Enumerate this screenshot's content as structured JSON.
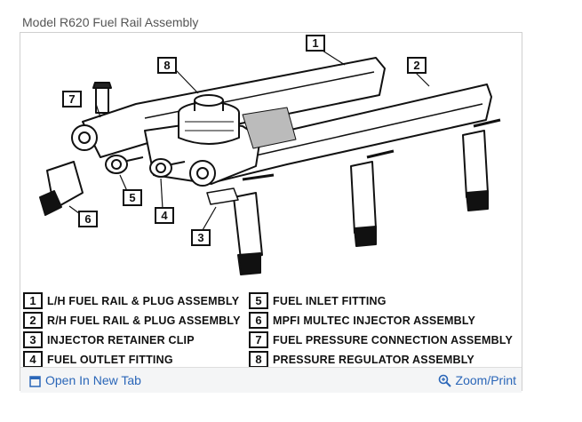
{
  "title": "Model R620 Fuel Rail Assembly",
  "callouts": [
    "1",
    "2",
    "3",
    "4",
    "5",
    "6",
    "7",
    "8"
  ],
  "legend": [
    {
      "num": "1",
      "label": "L/H FUEL RAIL & PLUG ASSEMBLY"
    },
    {
      "num": "2",
      "label": "R/H FUEL RAIL & PLUG ASSEMBLY"
    },
    {
      "num": "3",
      "label": "INJECTOR RETAINER CLIP"
    },
    {
      "num": "4",
      "label": "FUEL OUTLET FITTING"
    },
    {
      "num": "5",
      "label": "FUEL INLET FITTING"
    },
    {
      "num": "6",
      "label": "MPFI MULTEC INJECTOR ASSEMBLY"
    },
    {
      "num": "7",
      "label": "FUEL PRESSURE CONNECTION ASSEMBLY"
    },
    {
      "num": "8",
      "label": "PRESSURE REGULATOR ASSEMBLY"
    }
  ],
  "footer": {
    "open_label": "Open In New Tab",
    "zoom_label": "Zoom/Print",
    "open_icon": "open-in-new-tab-icon",
    "zoom_icon": "zoom-icon"
  },
  "colors": {
    "link": "#2a66b8",
    "caption": "#555555",
    "ink": "#111111"
  }
}
